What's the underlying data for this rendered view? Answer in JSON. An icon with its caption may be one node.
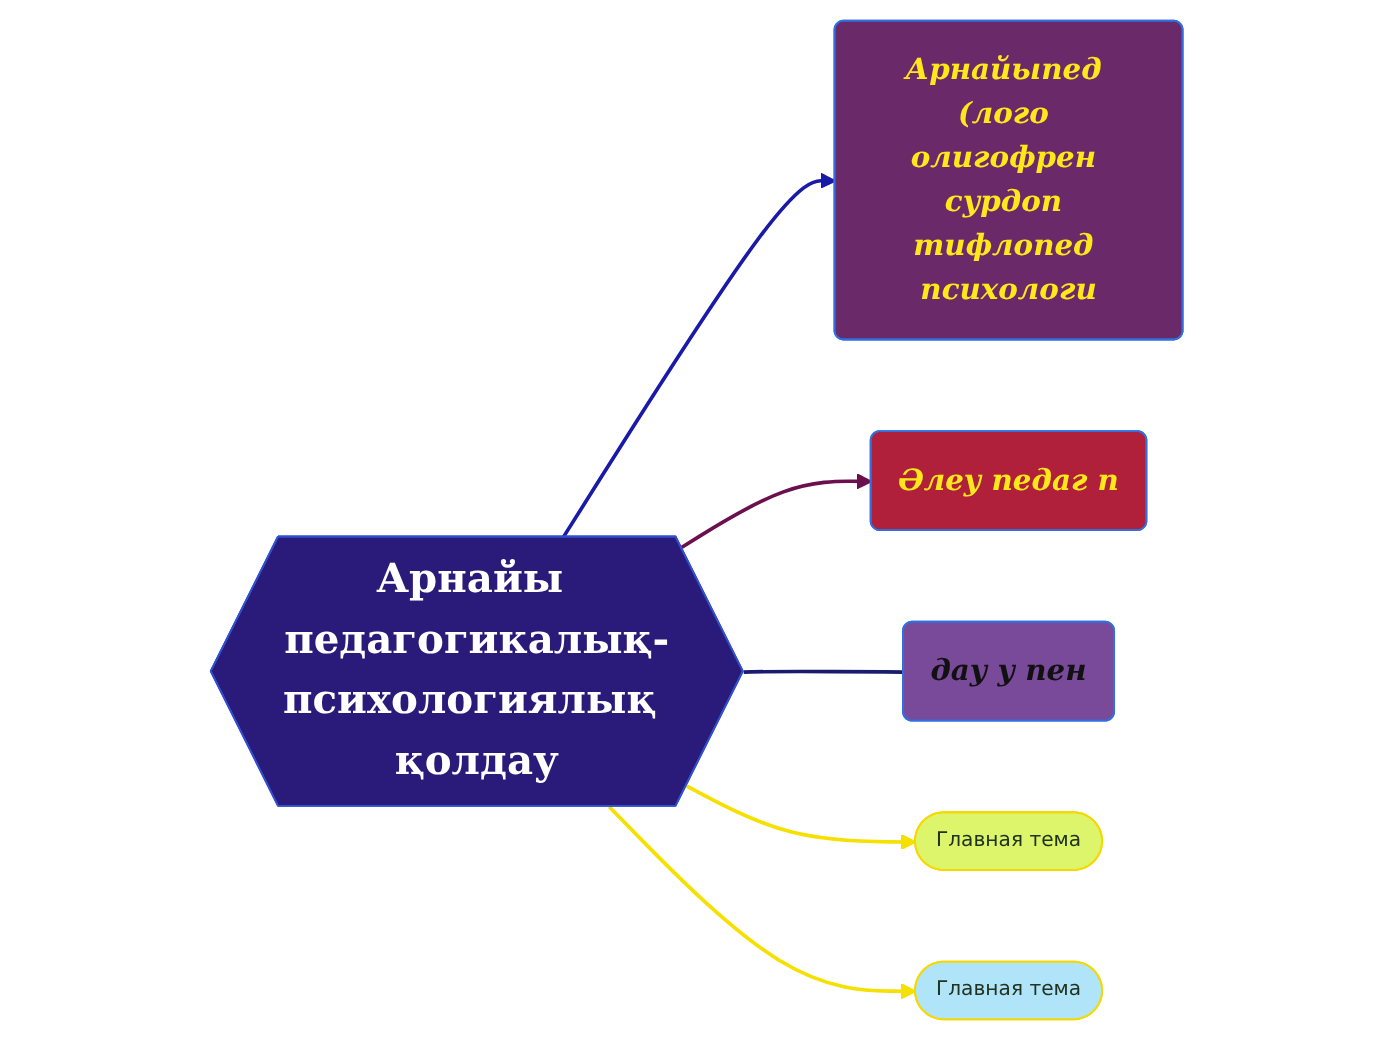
{
  "diagram": {
    "nodes": [
      {
        "text": [
          "Арнайы педагогикалық-психологиялық қолдау"
        ]
      },
      {
        "text": [
          "Арнайыпед (лого олигофрен сурдоп тифлопед психологи"
        ]
      },
      {
        "text": [
          "Әлеу педаг п"
        ]
      },
      {
        "text": [
          "дау у пен"
        ]
      },
      {
        "text": [
          "Главная тема"
        ]
      },
      {
        "text": [
          "Главная тема"
        ]
      }
    ],
    "edges": [
      {
        "from": 0,
        "to": 1,
        "arrow": "to",
        "color": "#1a1aa8"
      },
      {
        "from": 0,
        "to": 2,
        "arrow": "to",
        "color": "#6b0f4f"
      },
      {
        "from": 0,
        "to": 3,
        "arrow": "none",
        "color": "#1a1a6e"
      },
      {
        "from": 0,
        "to": 4,
        "arrow": "to",
        "color": "#f5e000"
      },
      {
        "from": 0,
        "to": 5,
        "arrow": "to",
        "color": "#f5e000"
      }
    ]
  }
}
